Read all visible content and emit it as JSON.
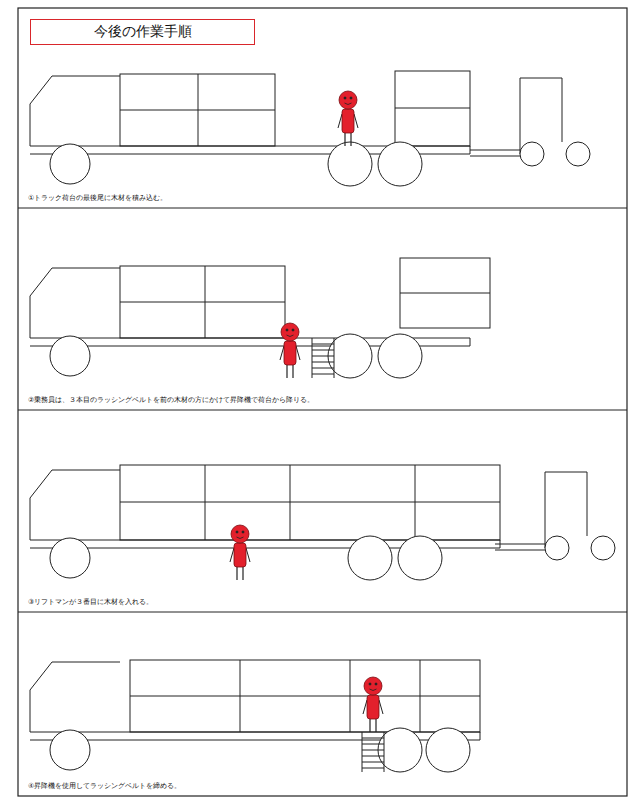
{
  "diagram": {
    "title": "今後の作業手順",
    "nodes": [
      {
        "text": [
          "①トラック荷台の最後尾に木材を積み込む。"
        ]
      },
      {
        "text": [
          "②乗務員は、３本目のラッシングベルトを前の木材の方にかけて昇降機で荷台から降りる。"
        ]
      },
      {
        "text": [
          "③リフトマンが３番目に木材を入れる。"
        ]
      },
      {
        "text": [
          "④昇降機を使用してラッシングベルトを締める。"
        ]
      }
    ]
  }
}
